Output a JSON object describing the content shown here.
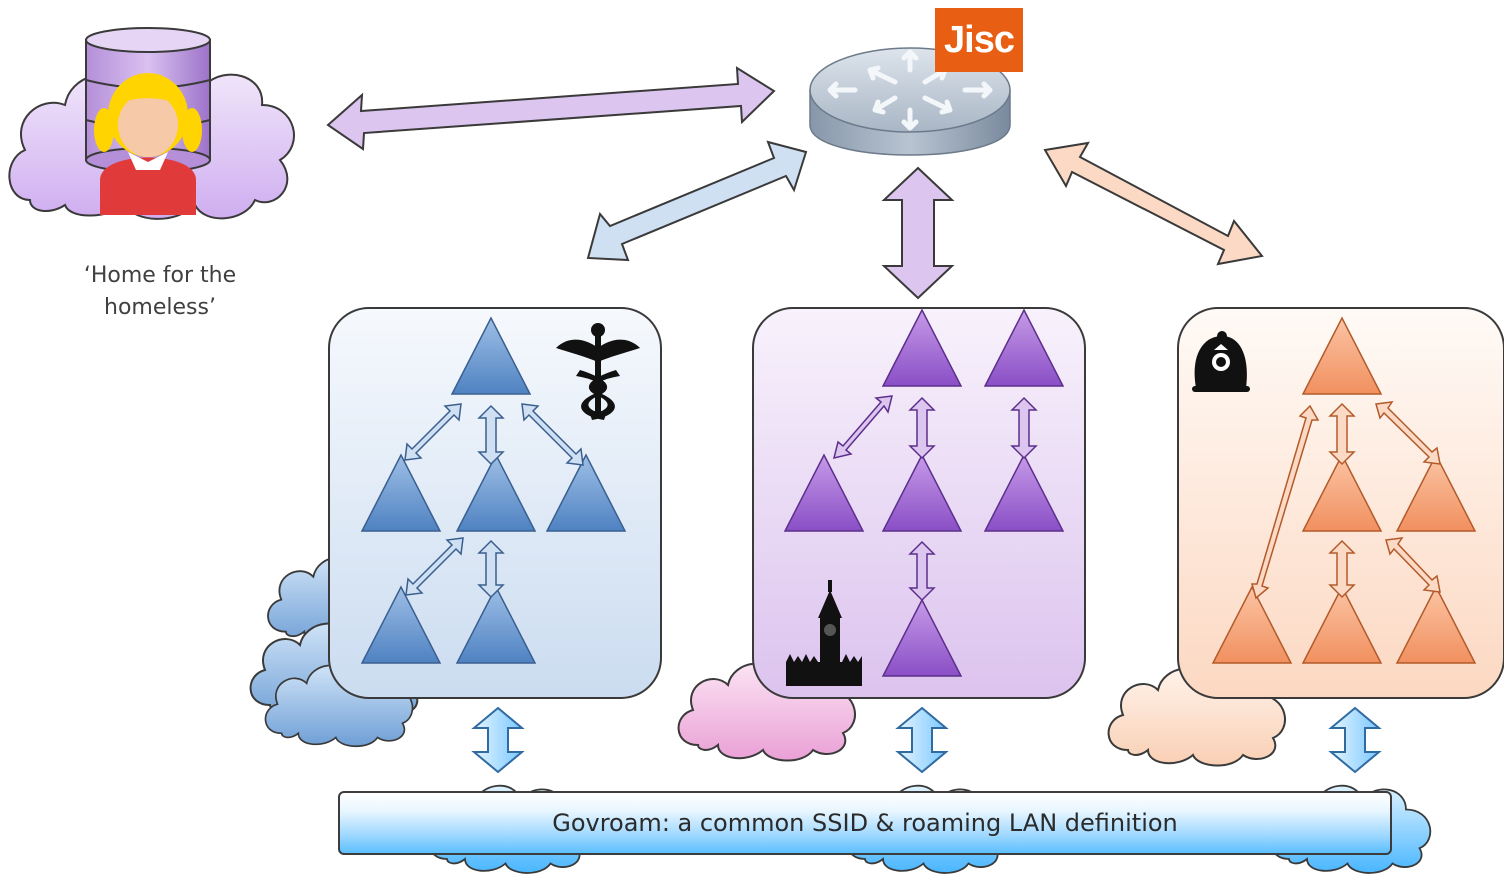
{
  "home": {
    "label": "‘Home for the\nhomeless’"
  },
  "router": {
    "logo_text": "Jisc"
  },
  "govroam": {
    "label": "Govroam: a common SSID & roaming LAN definition"
  },
  "colors": {
    "health": "#7da4d6",
    "parliament": "#a776d2",
    "police": "#f4a582",
    "link_purple": "#dcc5ee",
    "link_blue": "#cfe0f2",
    "link_orange": "#fbd9c5",
    "jisc": "#e85e13"
  },
  "icons": [
    "database-icon",
    "user-avatar-icon",
    "router-icon",
    "caduceus-icon",
    "big-ben-icon",
    "police-helmet-icon",
    "cloud-icon",
    "triangle-node-icon",
    "double-arrow-icon"
  ]
}
